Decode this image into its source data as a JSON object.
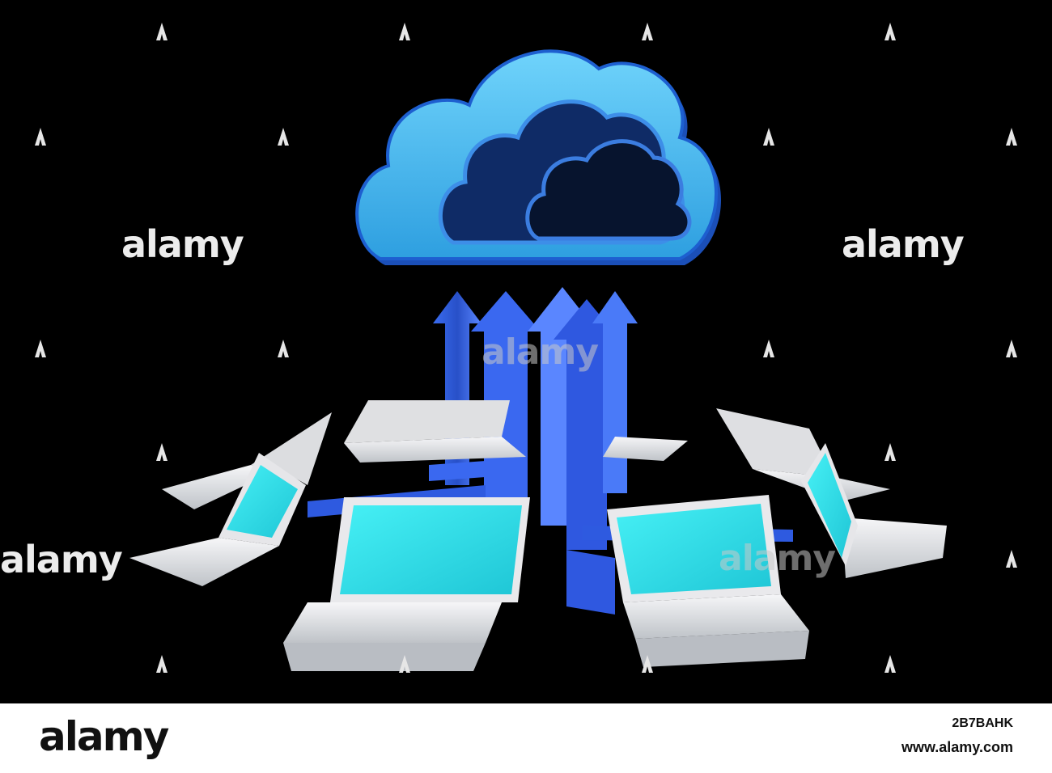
{
  "scene": {
    "subject": "cloud-upload-network",
    "colors": {
      "background": "#000000",
      "cloud_light": "#5ac8f5",
      "cloud_dark": "#0f2b66",
      "arrow_blue": "#2f5fe0",
      "laptop_body": "#e8e8ea",
      "laptop_screen": "#31e5ee"
    }
  },
  "watermarks": {
    "text": "alamy",
    "icon": "alamy-a-icon"
  },
  "caption": {
    "logo": "alamy",
    "image_id": "2B7BAHK",
    "url": "www.alamy.com"
  }
}
